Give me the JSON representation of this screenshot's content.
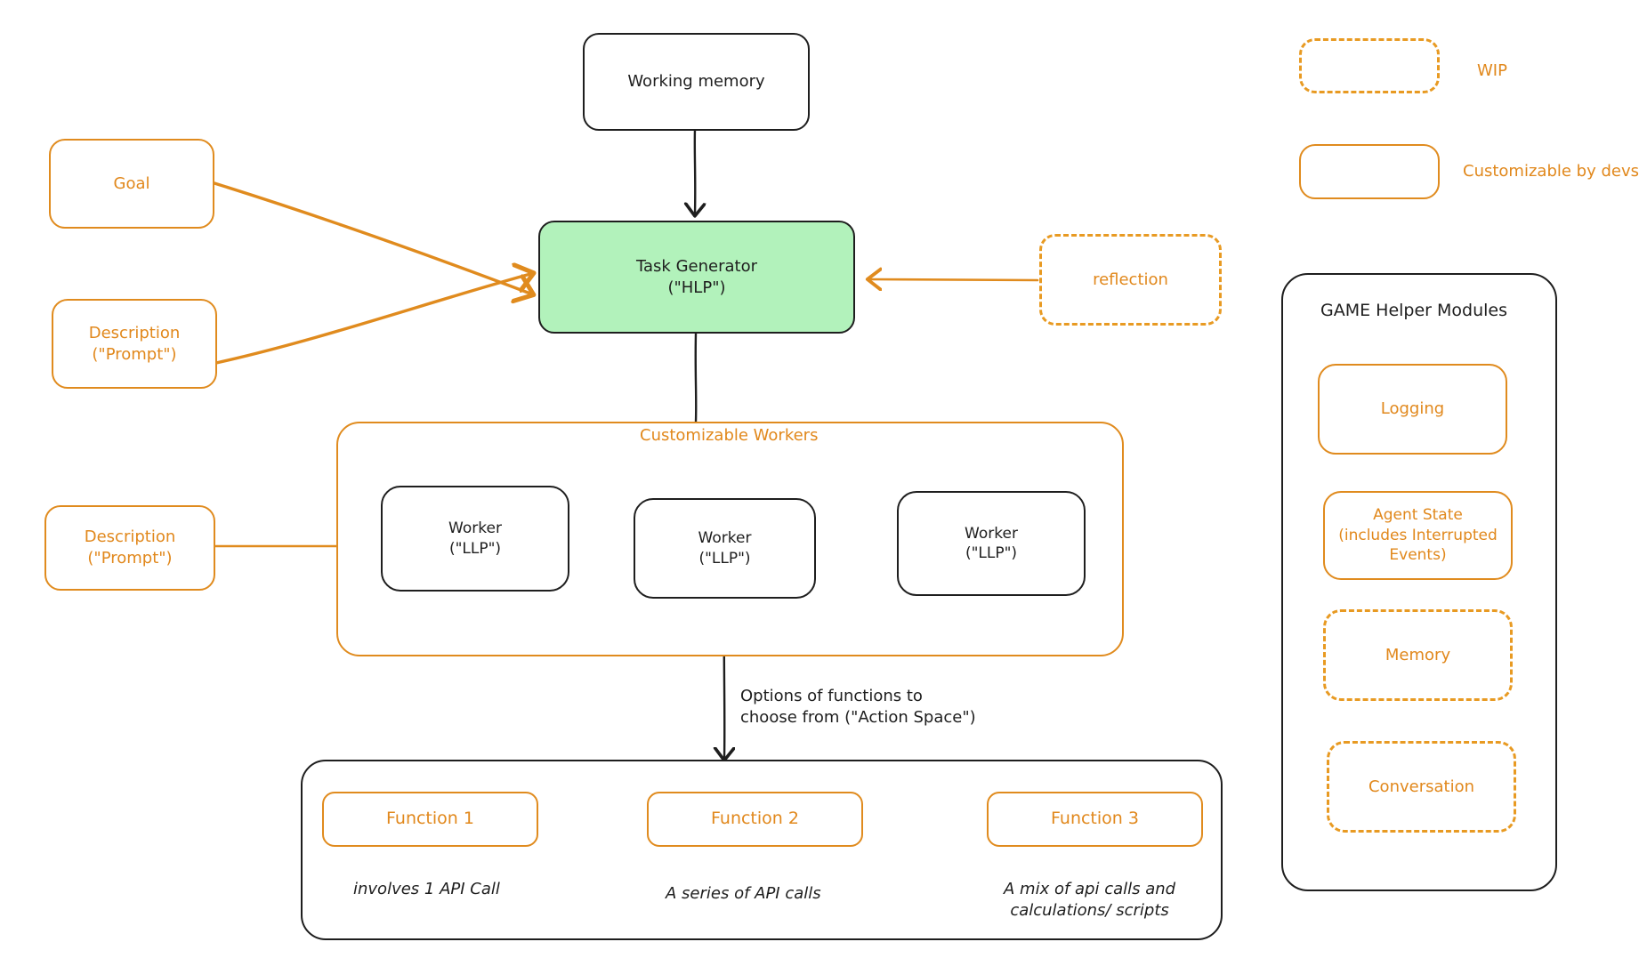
{
  "meta": {
    "title": "GAME agent architecture diagram",
    "colors": {
      "orange": "#e1881c",
      "orange_stroke": "#e08b1e",
      "black": "#1e1e1e",
      "green_fill": "#b2f2bb",
      "background": "#ffffff"
    }
  },
  "legend": {
    "items": [
      {
        "swatch": "dashed-orange-box",
        "label": "WIP"
      },
      {
        "swatch": "solid-orange-box",
        "label": "Customizable by devs"
      }
    ]
  },
  "top_flow": {
    "working_memory": "Working memory",
    "task_generator": "Task Generator\n(\"HLP\")",
    "reflection": "reflection"
  },
  "inputs": {
    "goal": "Goal",
    "description_prompt_top": "Description\n(\"Prompt\")",
    "description_prompt_worker": "Description\n(\"Prompt\")"
  },
  "workers": {
    "container_label": "Customizable Workers",
    "items": [
      {
        "label": "Worker\n(\"LLP\")"
      },
      {
        "label": "Worker\n(\"LLP\")"
      },
      {
        "label": "Worker\n(\"LLP\")"
      }
    ]
  },
  "action_space": {
    "edge_label": "Options of functions to\nchoose from (\"Action Space\")"
  },
  "functions": {
    "items": [
      {
        "label": "Function 1",
        "caption": "involves 1 API Call"
      },
      {
        "label": "Function 2",
        "caption": "A series of API calls"
      },
      {
        "label": "Function 3",
        "caption": "A mix of api calls and\ncalculations/ scripts"
      }
    ]
  },
  "helper_modules": {
    "title": "GAME Helper Modules",
    "items": [
      {
        "label": "Logging",
        "style": "solid"
      },
      {
        "label": "Agent State\n(includes Interrupted\nEvents)",
        "style": "solid"
      },
      {
        "label": "Memory",
        "style": "dashed"
      },
      {
        "label": "Conversation",
        "style": "dashed"
      }
    ]
  }
}
